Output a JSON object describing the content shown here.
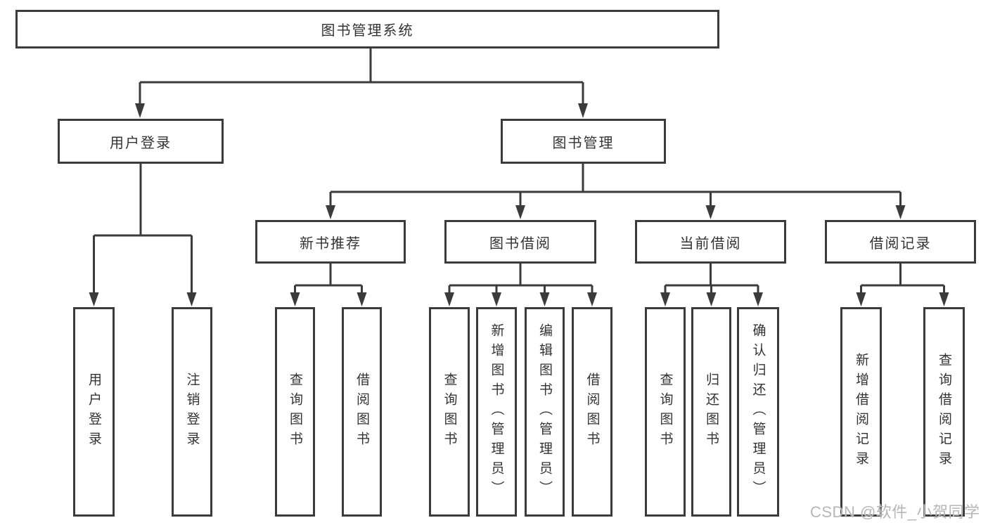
{
  "tree": {
    "root": {
      "label": "图书管理系统"
    },
    "children": [
      {
        "label": "用户登录",
        "children": [
          {
            "label": "用户登录"
          },
          {
            "label": "注销登录"
          }
        ]
      },
      {
        "label": "图书管理",
        "children": [
          {
            "label": "新书推荐",
            "children": [
              {
                "label": "查询图书"
              },
              {
                "label": "借阅图书"
              }
            ]
          },
          {
            "label": "图书借阅",
            "children": [
              {
                "label": "查询图书"
              },
              {
                "label": "新增图书（管理员）"
              },
              {
                "label": "编辑图书（管理员）"
              },
              {
                "label": "借阅图书"
              }
            ]
          },
          {
            "label": "当前借阅",
            "children": [
              {
                "label": "查询图书"
              },
              {
                "label": "归还图书"
              },
              {
                "label": "确认归还（管理员）"
              }
            ]
          },
          {
            "label": "借阅记录",
            "children": [
              {
                "label": "新增借阅记录"
              },
              {
                "label": "查询借阅记录"
              }
            ]
          }
        ]
      }
    ]
  },
  "watermark": {
    "text": "CSDN @软件_小贺同学"
  },
  "colors": {
    "line": "#3b3b3b",
    "text": "#333333",
    "box_fill": "#ffffff",
    "background": "#ffffff",
    "watermark": "#b6b6ba"
  }
}
